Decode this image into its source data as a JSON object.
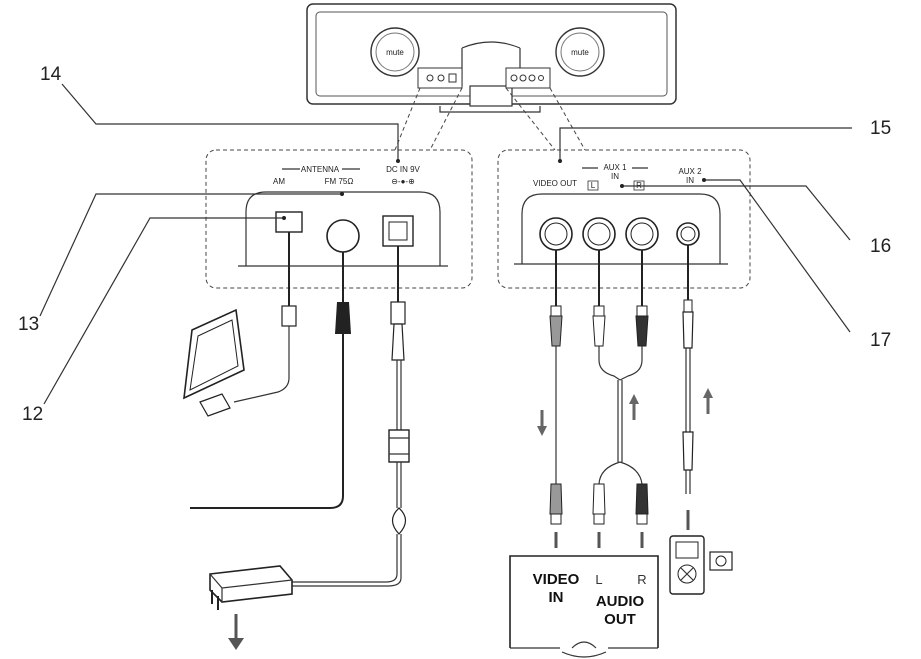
{
  "unit_top": {
    "left_button": "mute",
    "right_button": "mute"
  },
  "callouts": {
    "c12": "12",
    "c13": "13",
    "c14": "14",
    "c15": "15",
    "c16": "16",
    "c17": "17"
  },
  "left_panel": {
    "antenna": "ANTENNA",
    "am": "AM",
    "fm": "FM 75Ω",
    "dc_in": "DC IN 9V"
  },
  "right_panel": {
    "video_out": "VIDEO OUT",
    "aux1_line1": "AUX 1",
    "aux1_line2": "IN",
    "l": "L",
    "r": "R",
    "aux2_line1": "AUX 2",
    "aux2_line2": "IN"
  },
  "tv": {
    "video_in_1": "VIDEO",
    "video_in_2": "IN",
    "l": "L",
    "r": "R",
    "audio_out_1": "AUDIO",
    "audio_out_2": "OUT"
  }
}
